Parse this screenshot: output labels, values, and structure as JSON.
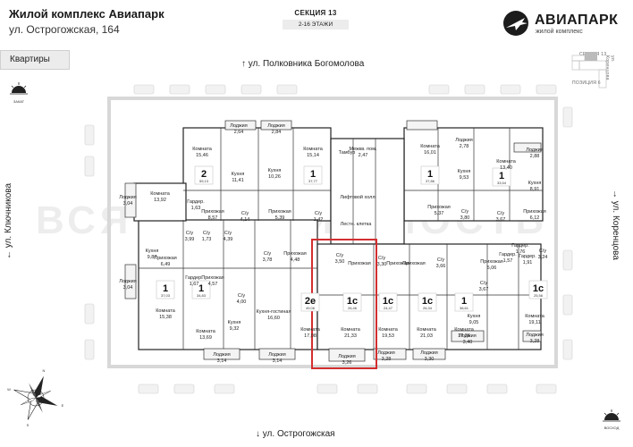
{
  "header": {
    "title": "Жилой комплекс Авиапарк",
    "address": "ул. Острогожская, 164"
  },
  "section": {
    "title": "СЕКЦИЯ 13",
    "floors": "2-16 ЭТАЖИ"
  },
  "logo": {
    "name": "АВИАПАРК",
    "subtitle": "жилой комплекс"
  },
  "tab": {
    "label": "Квартиры"
  },
  "streets": {
    "top": "ул. Полковника Богомолова",
    "bottom": "ул. Острогожская",
    "left": "ул. Ключникова",
    "right": "ул. Коренцова"
  },
  "compass": {
    "sunset": "ЗАКАТ",
    "sunrise": "ВОСХОД",
    "n": "N",
    "s": "S",
    "w": "W",
    "e": "E"
  },
  "minimap": {
    "section": "СЕКЦИЯ 13",
    "position": "ПОЗИЦИЯ 6",
    "street": "ул. Коренцова"
  },
  "watermark": "ВСЯ НЕДВИЖИМОСТЬ",
  "highlight": {
    "color": "#d32f2f"
  },
  "apartments": [
    {
      "type": "2",
      "area": "59,13"
    },
    {
      "type": "1",
      "area": "37,77"
    },
    {
      "type": "1",
      "area": "37,86"
    },
    {
      "type": "1",
      "area": "33,54"
    },
    {
      "type": "1",
      "area": "37,03"
    },
    {
      "type": "1",
      "area": "34,83"
    },
    {
      "type": "2е",
      "area": "49,06"
    },
    {
      "type": "1с",
      "area": "26,46"
    },
    {
      "type": "1с",
      "area": "24,47"
    },
    {
      "type": "1с",
      "area": "26,34"
    },
    {
      "type": "1",
      "area": "38,61"
    },
    {
      "type": "1с",
      "area": "25,56"
    }
  ],
  "rooms": [
    {
      "name": "Комната",
      "area": "15,46"
    },
    {
      "name": "Лоджия",
      "area": "2,64"
    },
    {
      "name": "Лоджия",
      "area": "2,84"
    },
    {
      "name": "Комната",
      "area": "15,14"
    },
    {
      "name": "Кухня",
      "area": "11,41"
    },
    {
      "name": "Кухня",
      "area": "10,26"
    },
    {
      "name": "Комната",
      "area": "13,92"
    },
    {
      "name": "Гардер.",
      "area": "1,63"
    },
    {
      "name": "Прихожая",
      "area": "8,57"
    },
    {
      "name": "С/у",
      "area": "4,14"
    },
    {
      "name": "Прихожая",
      "area": "5,39"
    },
    {
      "name": "С/у",
      "area": "1,42"
    },
    {
      "name": "Лоджия",
      "area": "3,04"
    },
    {
      "name": "Кухня",
      "area": "9,87"
    },
    {
      "name": "С/у",
      "area": "3,99"
    },
    {
      "name": "С/у",
      "area": "1,73"
    },
    {
      "name": "С/у",
      "area": "4,39"
    },
    {
      "name": "Прихожая",
      "area": "6,49"
    },
    {
      "name": "Лоджия",
      "area": "3,04"
    },
    {
      "name": "Комната",
      "area": "15,38"
    },
    {
      "name": "Гардер.",
      "area": "1,67"
    },
    {
      "name": "Прихожая",
      "area": "4,57"
    },
    {
      "name": "С/у",
      "area": "4,00"
    },
    {
      "name": "Комната",
      "area": "13,69"
    },
    {
      "name": "Кухня",
      "area": "9,32"
    },
    {
      "name": "Лоджия",
      "area": "3,14"
    },
    {
      "name": "Лоджия",
      "area": "3,14"
    },
    {
      "name": "С/у",
      "area": "3,78"
    },
    {
      "name": "Прихожая",
      "area": "4,48"
    },
    {
      "name": "Кухня-гостиная",
      "area": "16,60"
    },
    {
      "name": "Комната",
      "area": "17,08"
    },
    {
      "name": "Тамбур",
      "area": ""
    },
    {
      "name": "Лифтовой холл",
      "area": ""
    },
    {
      "name": "Лестн. клетка",
      "area": ""
    },
    {
      "name": "Межкв. пом.",
      "area": "2,47"
    },
    {
      "name": "С/у",
      "area": "3,50"
    },
    {
      "name": "Прихожая",
      "area": ""
    },
    {
      "name": "Комната",
      "area": "21,33"
    },
    {
      "name": "Лоджия",
      "area": "3,26"
    },
    {
      "name": "С/у",
      "area": "3,30"
    },
    {
      "name": "Прихожая",
      "area": ""
    },
    {
      "name": "Комната",
      "area": "19,53"
    },
    {
      "name": "Лоджия",
      "area": "3,28"
    },
    {
      "name": "Прихожая",
      "area": ""
    },
    {
      "name": "С/у",
      "area": "3,66"
    },
    {
      "name": "Комната",
      "area": "21,03"
    },
    {
      "name": "Лоджия",
      "area": "3,30"
    },
    {
      "name": "Прихожая",
      "area": "5,06"
    },
    {
      "name": "С/у",
      "area": "3,67"
    },
    {
      "name": "Кухня",
      "area": "9,05"
    },
    {
      "name": "Комната",
      "area": "17,26"
    },
    {
      "name": "Лоджия",
      "area": "3,40"
    },
    {
      "name": "Комната",
      "area": "16,01"
    },
    {
      "name": "Лоджия",
      "area": "2,78"
    },
    {
      "name": "Кухня",
      "area": "9,53"
    },
    {
      "name": "Прихожая",
      "area": "5,37"
    },
    {
      "name": "С/у",
      "area": "3,80"
    },
    {
      "name": "Комната",
      "area": "13,40"
    },
    {
      "name": "Лоджия",
      "area": "2,88"
    },
    {
      "name": "Кухня",
      "area": "8,91"
    },
    {
      "name": "Прихожая",
      "area": "6,12"
    },
    {
      "name": "С/у",
      "area": "3,67"
    },
    {
      "name": "С/у",
      "area": "3,24"
    },
    {
      "name": "Гардер.",
      "area": "1,57"
    },
    {
      "name": "Гардер.",
      "area": "1,91"
    },
    {
      "name": "Комната",
      "area": "19,11"
    },
    {
      "name": "Лоджия",
      "area": "3,28"
    },
    {
      "name": "Гардер.",
      "area": "1,76"
    }
  ]
}
